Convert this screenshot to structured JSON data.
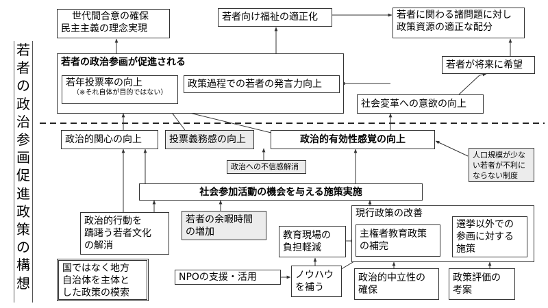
{
  "title_chars": [
    "若",
    "者",
    "の",
    "政",
    "治",
    "参",
    "画",
    "促",
    "進",
    "政",
    "策",
    "の",
    "構",
    "想"
  ],
  "nodes": {
    "sedai_1": "世代間合意の確保",
    "sedai_2": "民主主義の理念実現",
    "fukushi": "若者向け福祉の適正化",
    "shigen_1": "若者に関わる諸問題に対し",
    "shigen_2": "政策資源の適正な配分",
    "sokushin": "若者の政治参画が促進される",
    "kibou": "若者が将来に希望",
    "touhyouritsu": "若年投票率の向上",
    "touhyouritsu_note": "（※それ自体が目的ではない）",
    "hatsugen": "政策過程での若者の発言力向上",
    "henkaku": "社会変革への意欲の向上",
    "kanshin": "政治的関心の向上",
    "gimukan": "投票義務感の向上",
    "yukousei": "政治的有効性感覚の向上",
    "jinkou_1": "人口規模が少な",
    "jinkou_2": "い若者が不利に",
    "jinkou_3": "ならない制度",
    "fushin": "政治への不信感解消",
    "shakai_sanka": "社会参加活動の機会を与える施策実施",
    "koudou_1": "政治的行動を",
    "koudou_2": "躊躇う若者文化",
    "koudou_3": "の解消",
    "yoka_1": "若者の余暇時間",
    "yoka_2": "の増加",
    "genkou": "現行政策の改善",
    "kyouiku_genba_1": "教育現場の",
    "kyouiku_genba_2": "負担軽減",
    "shuken_1": "主権者教育政策",
    "shuken_2": "の補完",
    "senkyo_1": "選挙以外での",
    "senkyo_2": "参画に対する",
    "senkyo_3": "施策",
    "chihou_1": "国ではなく地方",
    "chihou_2": "自治体を主体と",
    "chihou_3": "した政策の模索",
    "npo": "NPOの支援・活用",
    "knowhow_1": "ノウハウ",
    "knowhow_2": "を補う",
    "chuuritsu_1": "政治的中立性の",
    "chuuritsu_2": "確保",
    "hyouka_1": "政策評価の",
    "hyouka_2": "考案"
  }
}
